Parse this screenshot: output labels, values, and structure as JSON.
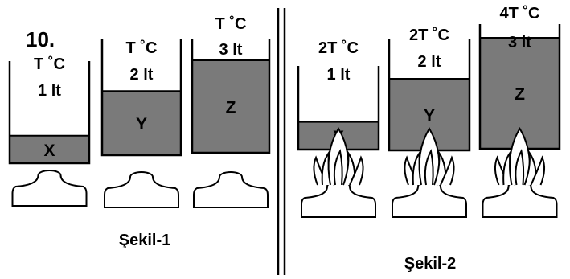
{
  "question_number": "10.",
  "figures": [
    {
      "caption": "Şekil-1",
      "containers": [
        {
          "temp": "T ˚C",
          "volume": "1 lt",
          "liquid": "X",
          "fill_fraction": 0.27
        },
        {
          "temp": "T ˚C",
          "volume": "2 lt",
          "liquid": "Y",
          "fill_fraction": 0.55
        },
        {
          "temp": "T ˚C",
          "volume": "3 lt",
          "liquid": "Z",
          "fill_fraction": 0.81
        }
      ],
      "burners_lit": false
    },
    {
      "caption": "Şekil-2",
      "containers": [
        {
          "temp": "2T ˚C",
          "volume": "1 lt",
          "liquid": "X",
          "fill_fraction": 0.33
        },
        {
          "temp": "2T ˚C",
          "volume": "2 lt",
          "liquid": "Y",
          "fill_fraction": 0.64
        },
        {
          "temp": "4T ˚C",
          "volume": "3 lt",
          "liquid": "Z",
          "fill_fraction": 0.89
        }
      ],
      "burners_lit": true
    }
  ],
  "colors": {
    "liquid": "#7a7a7a",
    "outline": "#000000"
  }
}
